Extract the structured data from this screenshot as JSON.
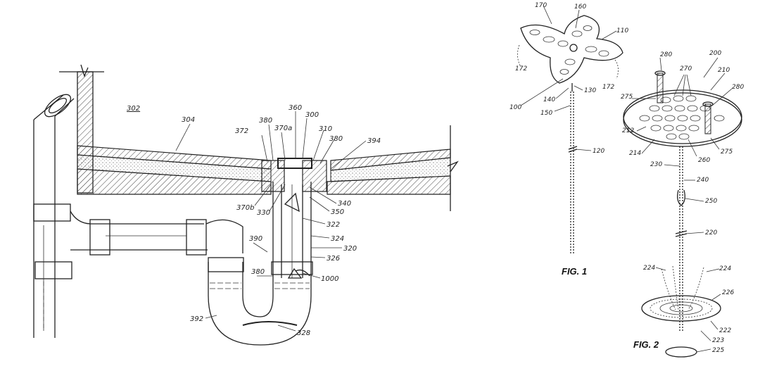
{
  "left_figure": {
    "labels": [
      "302",
      "304",
      "372",
      "380",
      "370a",
      "360",
      "300",
      "310",
      "380",
      "394",
      "370b",
      "330",
      "340",
      "350",
      "322",
      "324",
      "320",
      "326",
      "390",
      "380",
      "1000",
      "392",
      "328"
    ]
  },
  "right_figures": {
    "fig1": {
      "caption": "FIG. 1",
      "labels": [
        "170",
        "160",
        "110",
        "172",
        "172",
        "100",
        "140",
        "130",
        "150",
        "120"
      ]
    },
    "fig2": {
      "caption": "FIG. 2",
      "labels": [
        "280",
        "200",
        "270",
        "210",
        "275",
        "280",
        "212",
        "214",
        "260",
        "275",
        "230",
        "240",
        "250",
        "220",
        "224",
        "224",
        "226",
        "222",
        "223",
        "225"
      ]
    }
  }
}
